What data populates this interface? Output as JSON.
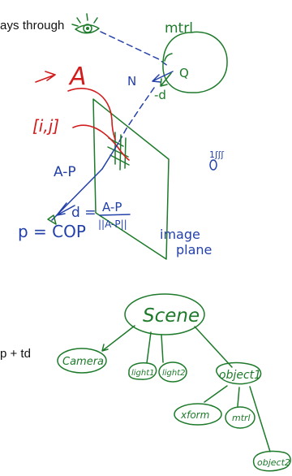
{
  "text_snippets": {
    "rays_through": "ays through",
    "p_plus_td": "p + td"
  },
  "labels": {
    "mtrl_top": "mtrl",
    "q": "Q",
    "n": "N",
    "minus_d": "-d",
    "a": "A",
    "ij": "[i,j]",
    "a_minus_p": "A-P",
    "d_eq": "d =",
    "frac_num": "A-P",
    "frac_den": "||A-P||",
    "p_eq_cop": "p = COP",
    "image": "image",
    "plane": "plane",
    "scribble": "1ʃʃʃ",
    "scene": "Scene",
    "camera": "Camera",
    "light1": "light1",
    "light2": "light2",
    "object1": "object1",
    "xform": "xform",
    "mtrl_node": "mtrl",
    "object2": "object2"
  },
  "colors": {
    "green": "#1d7a2a",
    "blue": "#2340a8",
    "red": "#d21c1c"
  }
}
